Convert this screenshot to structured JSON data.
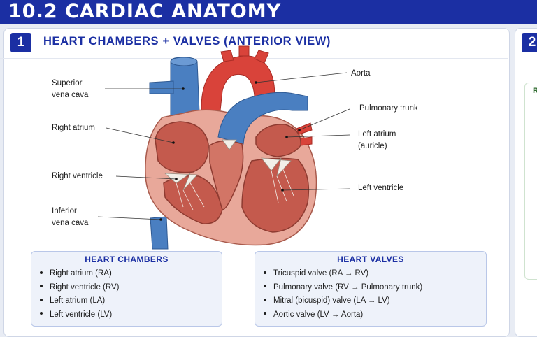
{
  "header": {
    "title": "10.2 CARDIAC ANATOMY"
  },
  "section": {
    "number": "1",
    "title": "HEART CHAMBERS + VALVES (ANTERIOR VIEW)"
  },
  "next_section": {
    "number": "2",
    "stub_label": "R"
  },
  "diagram": {
    "labels": {
      "svc_1": "Superior",
      "svc_2": "vena cava",
      "right_atrium": "Right atrium",
      "right_ventricle": "Right ventricle",
      "ivc_1": "Inferior",
      "ivc_2": "vena cava",
      "aorta": "Aorta",
      "pulmonary_trunk": "Pulmonary trunk",
      "left_atrium_1": "Left atrium",
      "left_atrium_2": "(auricle)",
      "left_ventricle": "Left ventricle"
    },
    "colors": {
      "artery": "#d9433a",
      "vein": "#4a7fc1",
      "muscle": "#e8a89a",
      "chamber": "#c45a4d"
    }
  },
  "chambers_box": {
    "title": "HEART CHAMBERS",
    "items": [
      "Right atrium (RA)",
      "Right ventricle (RV)",
      "Left atrium (LA)",
      "Left ventricle (LV)"
    ]
  },
  "valves_box": {
    "title": "HEART VALVES",
    "items": [
      "Tricuspid valve (RA → RV)",
      "Pulmonary valve (RV → Pulmonary trunk)",
      "Mitral (bicuspid) valve (LA → LV)",
      "Aortic valve (LV → Aorta)"
    ]
  }
}
